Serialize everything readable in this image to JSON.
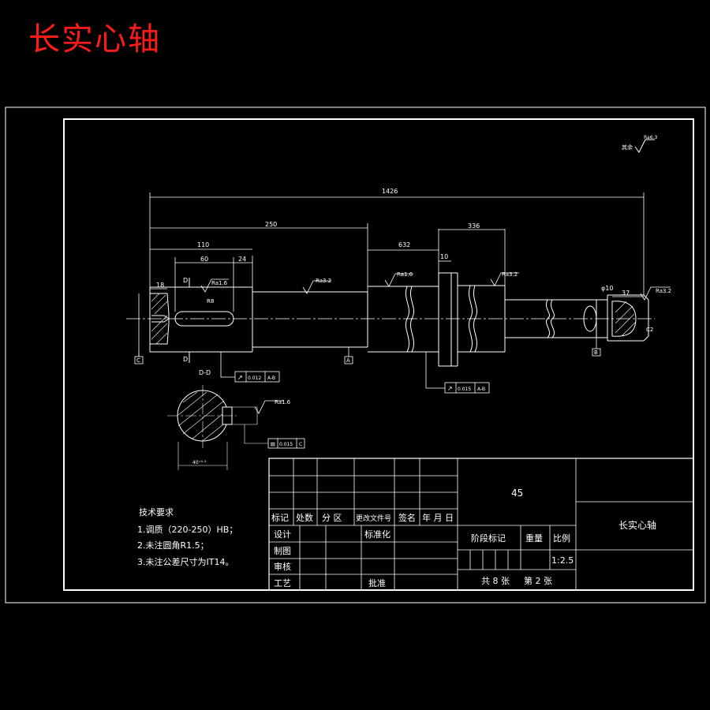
{
  "header_title": "长实心轴",
  "dimensions": {
    "overall": "1426",
    "d250": "250",
    "d110": "110",
    "d60": "60",
    "d24": "24",
    "d18": "18",
    "d632": "632",
    "d10": "10",
    "d336": "336",
    "d37": "37",
    "phi10": "φ10"
  },
  "roughness": {
    "corner": "Ra6.3",
    "corner_note": "其余",
    "keyway": "Ra1.6",
    "shaft1": "Ra3.2",
    "journal": "Ra1.6",
    "collar": "Ra3.2",
    "end": "Ra3.2",
    "section": "Ra1.6"
  },
  "marks": {
    "r8": "R8",
    "c2": "C2",
    "d_top": "D",
    "d_bottom": "D",
    "datum_c": "C",
    "datum_a": "A",
    "datum_b": "B",
    "section_label": "D-D"
  },
  "tolerances": {
    "runout1_val": "0.012",
    "runout1_ref": "A-B",
    "runout2_val": "0.015",
    "runout2_ref": "A-B",
    "sym_val": "0.015",
    "sym_ref": "C",
    "section_width": "40⁺⁰·²"
  },
  "tech": {
    "title": "技术要求",
    "items": [
      "1.调质（220-250）HB；",
      "2.未注圆角R1.5；",
      "3.未注公差尺寸为IT14。"
    ]
  },
  "title_block": {
    "material": "45",
    "part_name": "长实心轴",
    "col_labels": [
      "标记",
      "处数",
      "分  区",
      "更改文件号",
      "签名",
      "年 月 日"
    ],
    "row_labels": [
      "设计",
      "制图",
      "审核",
      "工艺"
    ],
    "standardize": "标准化",
    "approve": "批准",
    "stage": "阶段标记",
    "weight": "重量",
    "scale_label": "比例",
    "scale": "1:2.5",
    "sheets_total": "共 8 张",
    "sheet_no": "第 2 张"
  }
}
